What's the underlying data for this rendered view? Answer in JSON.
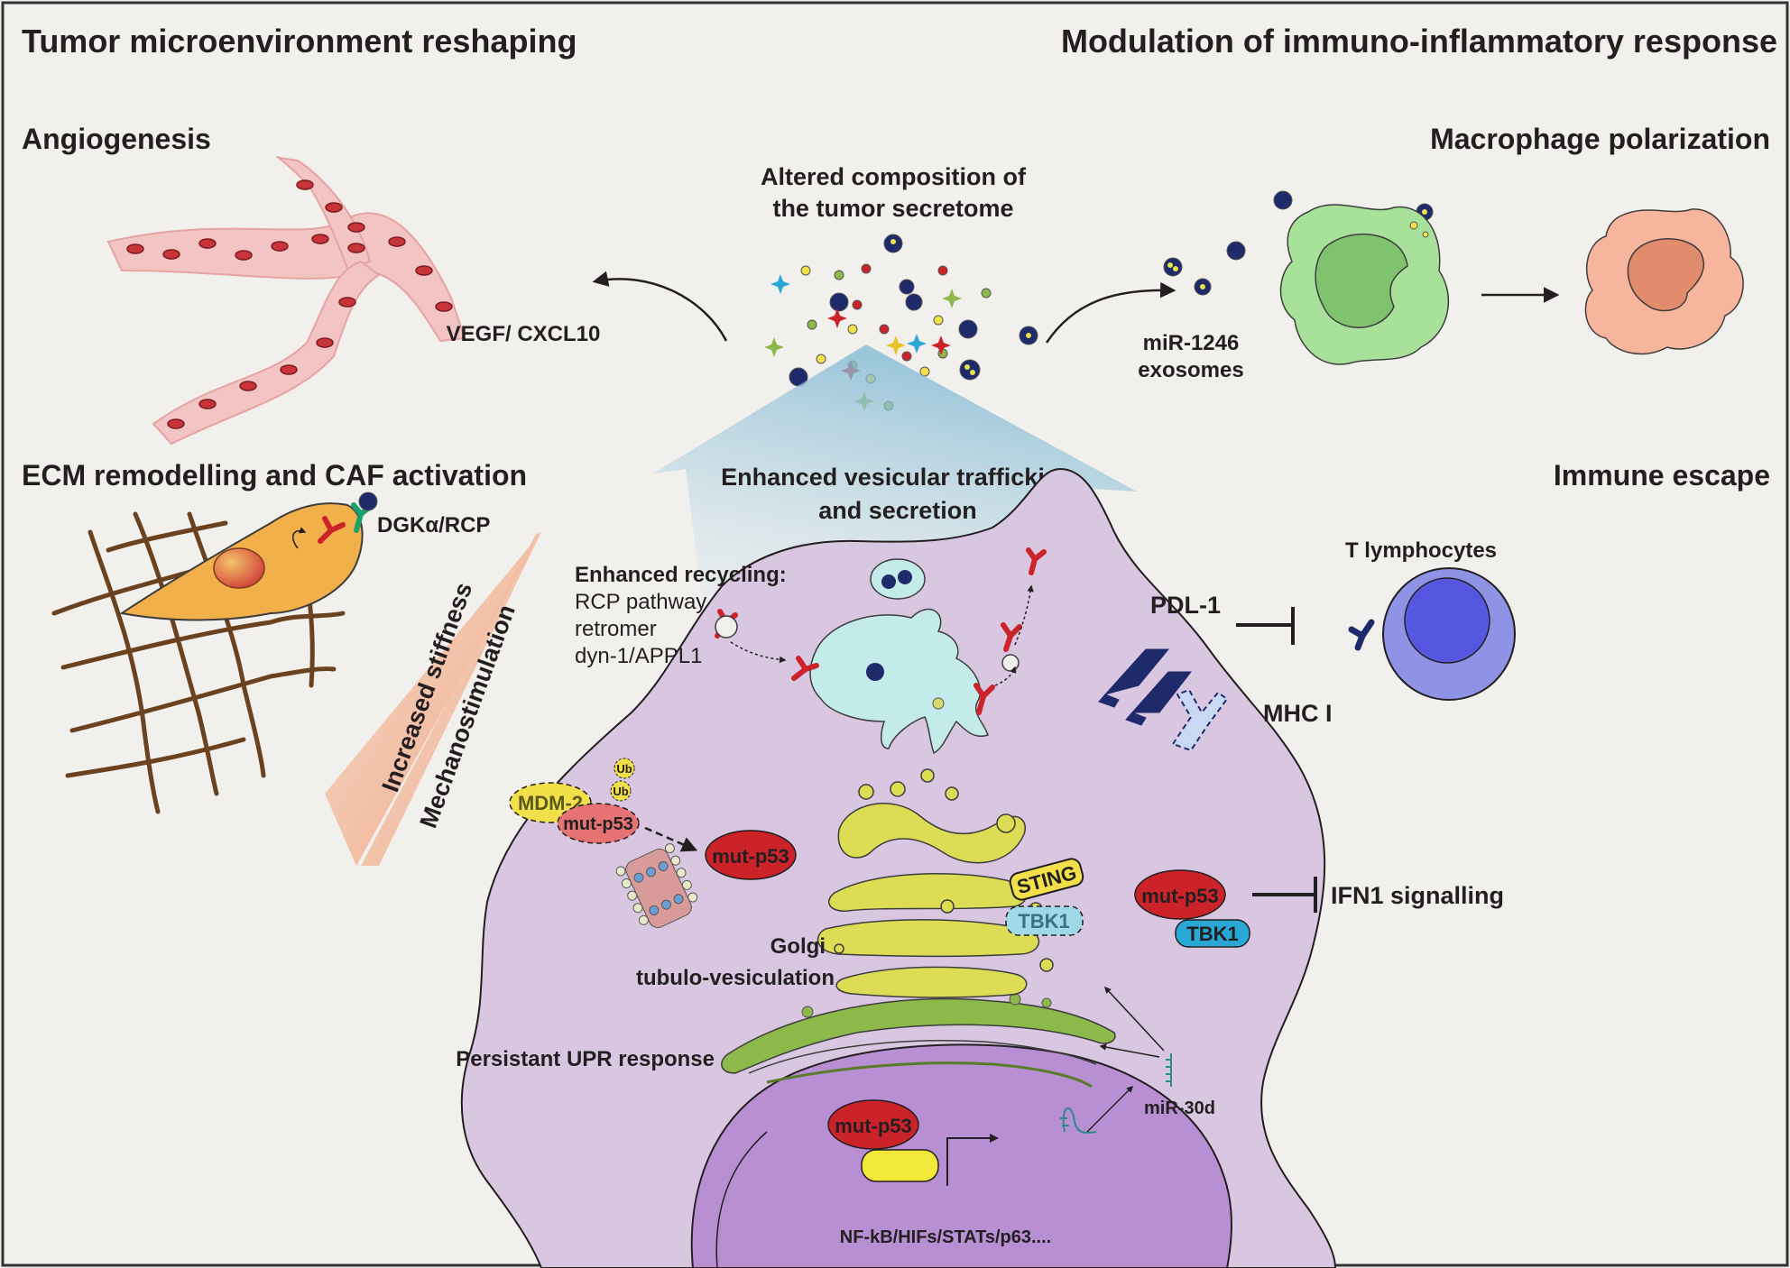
{
  "sections": {
    "tme": "Tumor microenvironment reshaping",
    "immuno": "Modulation of immuno-inflammatory response"
  },
  "labels": {
    "angiogenesis": "Angiogenesis",
    "macrophage": "Macrophage polarization",
    "ecm": "ECM remodelling and CAF activation",
    "immune_escape": "Immune escape",
    "secretome_1": "Altered composition of",
    "secretome_2": "the tumor secretome",
    "vegf": "VEGF/ CXCL10",
    "mir1246_1": "miR-1246",
    "mir1246_2": "exosomes",
    "vesicular_1": "Enhanced vesicular trafficking",
    "vesicular_2": "and secretion",
    "dgk": "DGKα/RCP",
    "stiffness": "Increased stiffness",
    "mechano": "Mechanostimulation",
    "recycling_title": "Enhanced recycling:",
    "recycling_1": "RCP pathway",
    "recycling_2": "retromer",
    "recycling_3": "dyn-1/APPL1",
    "t_lymph": "T lymphocytes",
    "pdl1": "PDL-1",
    "mhc": "MHC I",
    "ifn": "IFN1 signalling",
    "golgi_1": "Golgi",
    "golgi_2": "tubulo-vesiculation",
    "upr": "Persistant UPR response",
    "mir30d": "miR-30d",
    "tf": "NF-kB/HIFs/STATs/p63...."
  },
  "proteins": {
    "mdm2": "MDM-2",
    "ub": "Ub",
    "mutp53": "mut-p53",
    "sting": "STING",
    "tbk1": "TBK1"
  },
  "colors": {
    "background": "#f2f0ec",
    "cell": "#d9c7e2",
    "nucleus": "#b88fd3",
    "golgi": "#dcdc55",
    "er": "#8db84a",
    "red": "#cc2229",
    "navy": "#1f2a6b",
    "vessel": "#f2c4c4",
    "macrophage_green": "#a8e29a",
    "macrophage_red": "#f6b59c",
    "caf": "#f2b04a",
    "tcell": "#8f93e6",
    "teal": "#c2ebea"
  }
}
